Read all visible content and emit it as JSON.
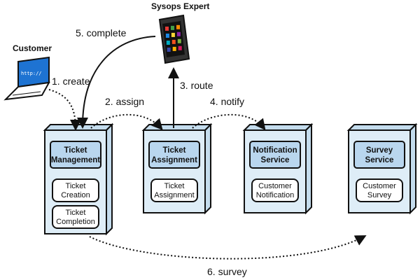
{
  "actors": {
    "customer": "Customer",
    "expert": "Sysops Expert",
    "laptop_screen_text": "http://"
  },
  "services": [
    {
      "title_lines": [
        "Ticket",
        "Management"
      ],
      "components": [
        [
          "Ticket",
          "Creation"
        ],
        [
          "Ticket",
          "Completion"
        ]
      ]
    },
    {
      "title_lines": [
        "Ticket",
        "Assignment"
      ],
      "components": [
        [
          "Ticket",
          "Assignment"
        ]
      ]
    },
    {
      "title_lines": [
        "Notification",
        "Service"
      ],
      "components": [
        [
          "Customer",
          "Notification"
        ]
      ]
    },
    {
      "title_lines": [
        "Survey",
        "Service"
      ],
      "components": [
        [
          "Customer",
          "Survey"
        ]
      ]
    }
  ],
  "edges": {
    "create": "1. create",
    "assign": "2. assign",
    "route": "3. route",
    "notify": "4. notify",
    "complete": "5. complete",
    "survey": "6. survey"
  },
  "colors": {
    "box_fill": "#deedf7",
    "box_side": "#c4dced",
    "header_fill": "#b9d6ee",
    "stroke": "#111111"
  }
}
